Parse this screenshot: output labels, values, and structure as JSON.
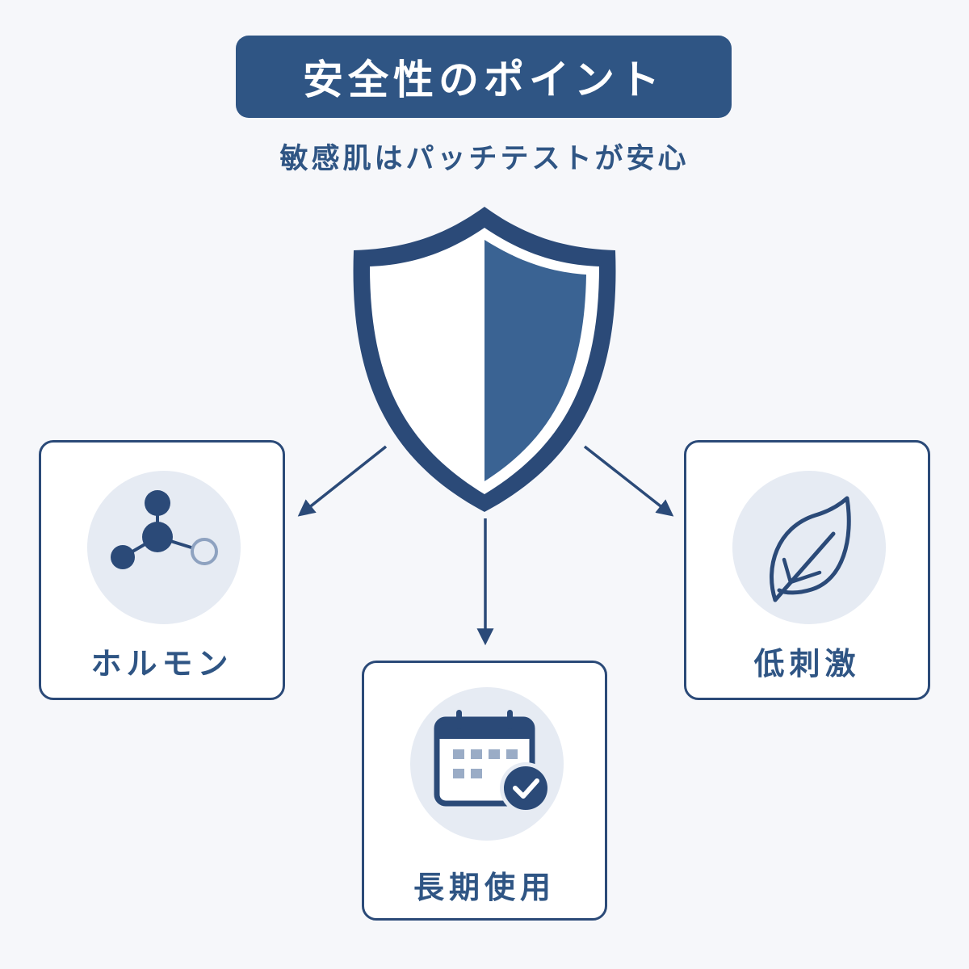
{
  "header": {
    "title": "安全性のポイント",
    "subtitle": "敏感肌はパッチテストが安心"
  },
  "center": {
    "icon": "shield-icon"
  },
  "cards": [
    {
      "label": "ホルモン",
      "icon": "molecule-icon"
    },
    {
      "label": "長期使用",
      "icon": "calendar-check-icon"
    },
    {
      "label": "低刺激",
      "icon": "leaf-icon"
    }
  ],
  "colors": {
    "primary": "#2f5584",
    "dark": "#2b4a78",
    "icon_bg": "#e6ebf3",
    "background": "#f6f7fa",
    "muted": "#8ea2c0"
  }
}
